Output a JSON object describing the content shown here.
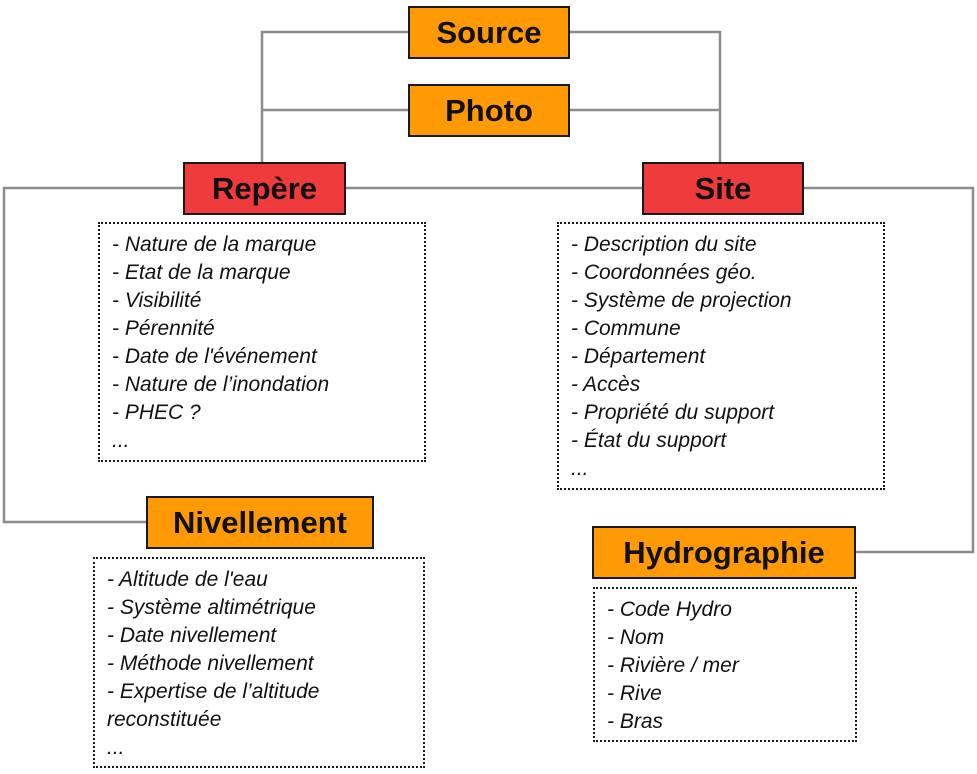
{
  "colors": {
    "entity_orange": "#ff9a05",
    "entity_red": "#ef3b3b",
    "connector": "#8c8c8c",
    "border": "#1a1a1a"
  },
  "nodes": {
    "source": "Source",
    "photo": "Photo",
    "repere": "Repère",
    "site": "Site",
    "nivellement": "Nivellement",
    "hydrographie": "Hydrographie"
  },
  "attributes": {
    "repere": [
      "- Nature de la marque",
      "- Etat de la marque",
      "- Visibilité",
      "- Pérennité",
      "- Date de l'événement",
      "- Nature de l’inondation",
      "- PHEC ?",
      "..."
    ],
    "site": [
      "- Description du site",
      "- Coordonnées géo.",
      "- Système de projection",
      "- Commune",
      "- Département",
      "- Accès",
      "- Propriété du support",
      "- État du support",
      "..."
    ],
    "nivellement": [
      "- Altitude de l'eau",
      "- Système altimétrique",
      "- Date nivellement",
      "- Méthode nivellement",
      "- Expertise de l’altitude reconstituée",
      "..."
    ],
    "hydrographie": [
      "- Code Hydro",
      "- Nom",
      "- Rivière / mer",
      "- Rive",
      "- Bras"
    ]
  }
}
